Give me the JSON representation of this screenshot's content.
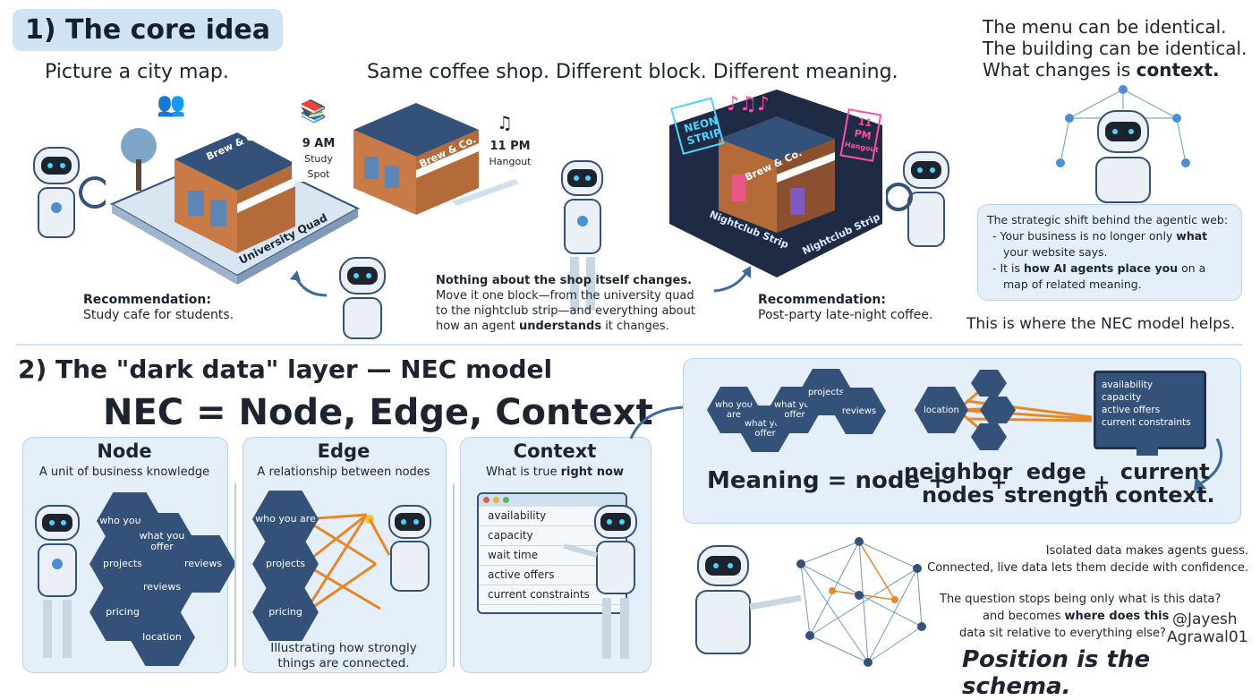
{
  "section1": {
    "title": "1) The core idea",
    "picture_line": "Picture a city map.",
    "same_shop_line": "Same coffee shop. Different block. Different meaning.",
    "shop_sign": "Brew & Co.",
    "quad_label": "University Quad",
    "time1": "9 AM",
    "tag1": "Study Spot",
    "time2": "11 PM",
    "tag2": "Hangout",
    "neon1": "NEON STRIP",
    "neon2": "11 PM",
    "neon2b": "Hangout",
    "strip_label1": "Nightclub Strip",
    "strip_label2": "Nightclub Strip",
    "rec_left_title": "Recommendation:",
    "rec_left_text": "Study cafe for students.",
    "rec_right_title": "Recommendation:",
    "rec_right_text": "Post-party late-night coffee.",
    "middle_bold": "Nothing about the shop itself changes.",
    "middle_l1": "Move it one block—from the university quad",
    "middle_l2": "to the nightclub strip—and everything about",
    "middle_l3_a": "how an agent ",
    "middle_l3_b": "understands",
    "middle_l3_c": " it changes.",
    "top_right_l1": "The menu can be identical.",
    "top_right_l2": "The building can be identical.",
    "top_right_l3_a": "What changes is ",
    "top_right_l3_b": "context.",
    "shift_title": "The strategic shift behind the agentic web:",
    "shift_b1_a": "- Your business is no longer only ",
    "shift_b1_b": "what",
    "shift_b1_c": "your website says.",
    "shift_b2_a": "- It is ",
    "shift_b2_b": "how AI agents place you",
    "shift_b2_c": " on a",
    "shift_b2_d": "map of related meaning.",
    "nec_helps": "This is where the NEC model helps."
  },
  "section2": {
    "title": "2) The \"dark data\" layer — NEC model",
    "big_heading": "NEC = Node, Edge, Context",
    "node_title": "Node",
    "node_sub": "A unit of business knowledge",
    "node_hexes": [
      "who you are",
      "what you offer",
      "projects",
      "reviews",
      "reviews",
      "pricing",
      "location"
    ],
    "edge_title": "Edge",
    "edge_sub": "A relationship between nodes",
    "edge_hexes": [
      "who you are",
      "projects",
      "pricing"
    ],
    "edge_caption_l1": "Illustrating how strongly",
    "edge_caption_l2": "things are connected.",
    "context_title": "Context",
    "context_sub_a": "What is true ",
    "context_sub_b": "right now",
    "context_rows": [
      "availability",
      "capacity",
      "wait time",
      "active offers",
      "current constraints"
    ],
    "meaning_hexes": [
      "who you are",
      "what you offer",
      "what you offer",
      "projects",
      "reviews"
    ],
    "location_hex": "location",
    "monitor_rows": [
      "availability",
      "capacity",
      "active offers",
      "current constraints"
    ],
    "formula_a": "Meaning = node +",
    "formula_b1": "neighbor",
    "formula_b2": "nodes",
    "formula_plus1": "+",
    "formula_c1": "edge",
    "formula_c2": "strength",
    "formula_plus2": "+",
    "formula_d1": "current",
    "formula_d2": "context.",
    "iso_l1": "Isolated data makes agents guess.",
    "iso_l2": "Connected, live data lets them decide with confidence.",
    "q_l1": "The question stops being only what is this data?",
    "q_l2_a": "and becomes ",
    "q_l2_b": "where does this",
    "q_l3": "data sit relative to everything else?",
    "handle1": "@Jayesh",
    "handle2": "Agrawal01",
    "final": "Position is the schema."
  },
  "colors": {
    "navy": "#34517a",
    "panel": "#e4eff9",
    "accent_orange": "#e8872a",
    "neon_pink": "#ff4fa3",
    "neon_blue": "#4fd2ff"
  }
}
